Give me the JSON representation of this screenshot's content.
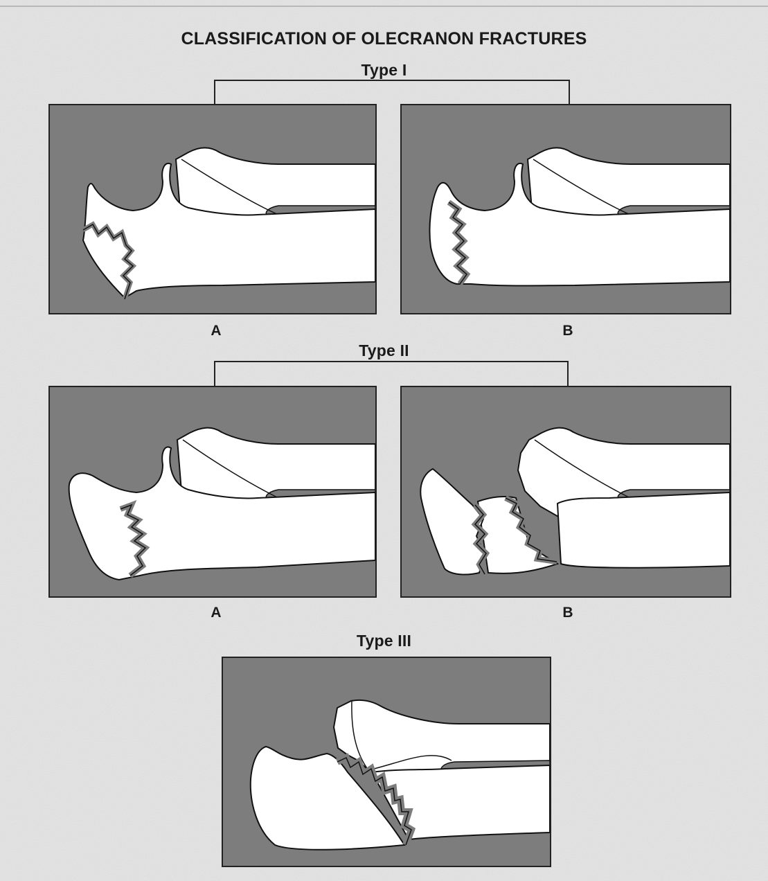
{
  "title": "CLASSIFICATION OF OLECRANON FRACTURES",
  "types": [
    {
      "label": "Type I",
      "panels": [
        {
          "label": "A"
        },
        {
          "label": "B"
        }
      ]
    },
    {
      "label": "Type II",
      "panels": [
        {
          "label": "A"
        },
        {
          "label": "B"
        }
      ]
    },
    {
      "label": "Type III",
      "panels": [
        {
          "label": ""
        }
      ]
    }
  ],
  "colors": {
    "panel_background": "#7d7d7d",
    "bone": "#ffffff",
    "outline": "#111111",
    "fracture_gap": "#7d7d7d",
    "page": "#e6e6e6"
  }
}
